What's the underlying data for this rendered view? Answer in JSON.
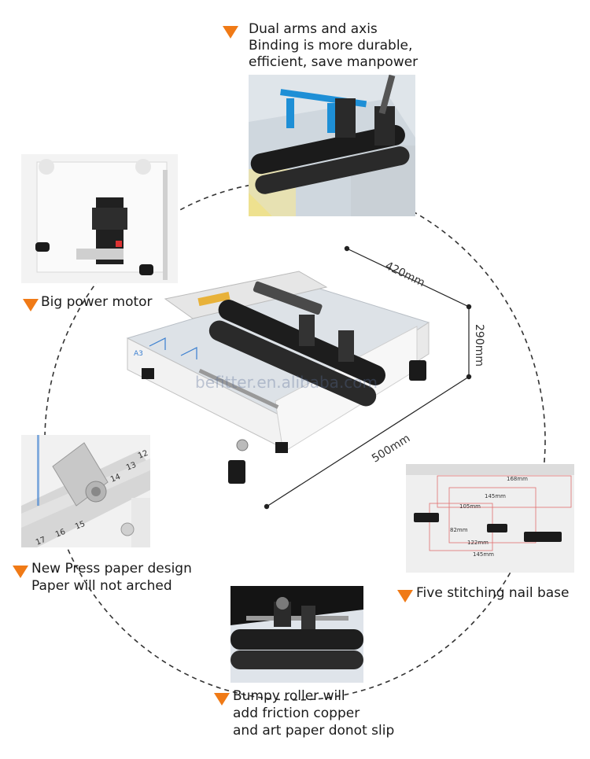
{
  "callouts": {
    "top": [
      "Dual arms and axis",
      "Binding is more durable,",
      "efficient, save manpower"
    ],
    "left_top": [
      "Big power motor"
    ],
    "left_mid": [
      "New Press paper design",
      "Paper will not arched"
    ],
    "right_mid": [
      "Five stitching nail base"
    ],
    "bottom": [
      "Bumpy roller will",
      "add friction copper",
      "and art paper donot slip"
    ]
  },
  "dimensions": {
    "depth": "420mm",
    "height": "290mm",
    "width": "500mm"
  },
  "watermark": "befitter.en.alibaba.com",
  "machine_labels": {
    "a3": "A3",
    "ruler_numbers": [
      "17",
      "16",
      "15",
      "14",
      "13",
      "12"
    ]
  },
  "nail_base_measurements": [
    "168mm",
    "145mm",
    "105mm",
    "82mm",
    "122mm",
    "145mm"
  ],
  "colors": {
    "accent": "#f07a16",
    "dashed_circle": "#333333",
    "arm_blue": "#1e8fd6"
  }
}
